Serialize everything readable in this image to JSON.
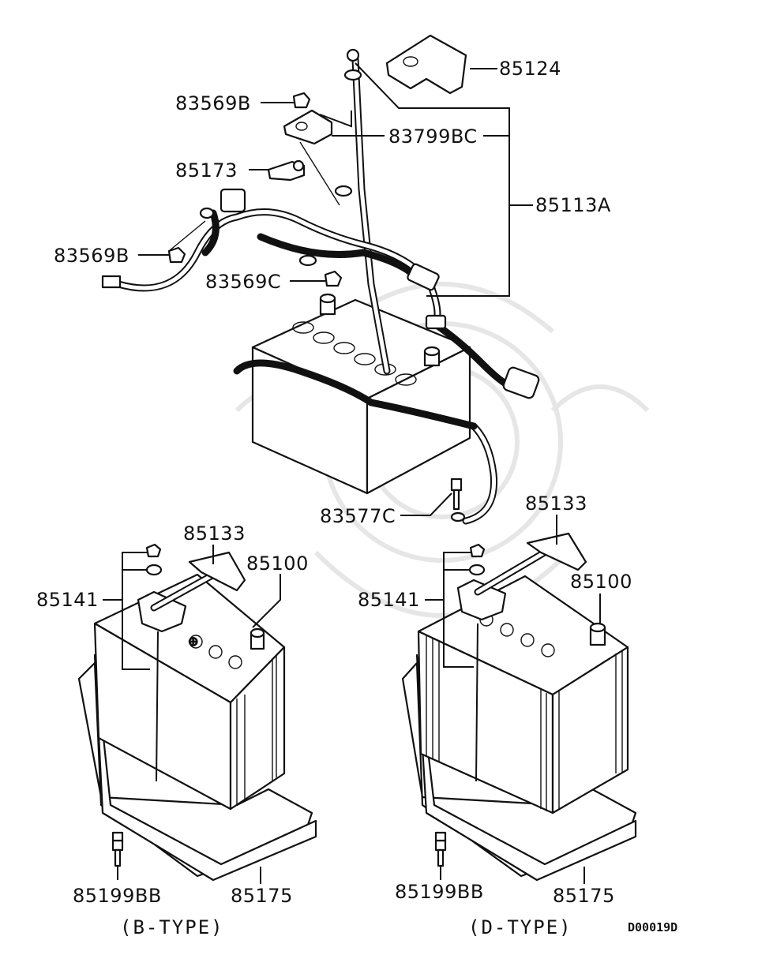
{
  "labels": {
    "p85124": "85124",
    "p83569B_top": "83569B",
    "p83799BC": "83799BC",
    "p85173": "85173",
    "p85113A": "85113A",
    "p83569B_left": "83569B",
    "p83569C": "83569C",
    "p83577C": "83577C",
    "b_85133": "85133",
    "b_85100": "85100",
    "b_85141": "85141",
    "b_85199BB": "85199BB",
    "b_85175": "85175",
    "d_85133": "85133",
    "d_85100": "85100",
    "d_85141": "85141",
    "d_85199BB": "85199BB",
    "d_85175": "85175"
  },
  "captions": {
    "b_type": "(B-TYPE)",
    "d_type": "(D-TYPE)"
  },
  "diagram_code": "D00019D"
}
